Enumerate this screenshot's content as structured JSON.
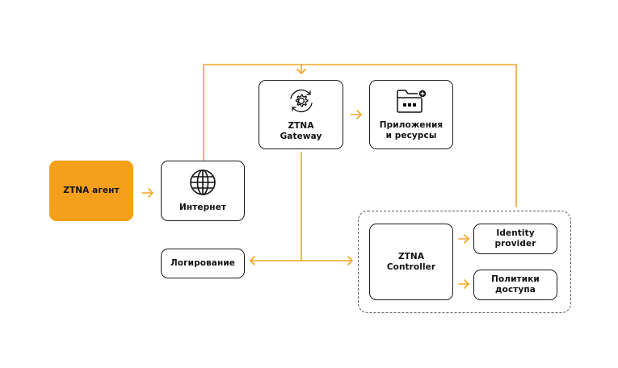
{
  "colors": {
    "accent": "#F5A01A",
    "line": "#F5A623",
    "border": "#1B1B1B",
    "dashed": "#5A5A5A",
    "text": "#111111"
  },
  "nodes": {
    "agent": {
      "label": "ZTNA агент"
    },
    "internet": {
      "label": "Интернет",
      "icon": "globe-icon"
    },
    "gateway": {
      "label_line1": "ZTNA",
      "label_line2": "Gateway",
      "icon": "gear-sync-icon"
    },
    "apps": {
      "label_line1": "Приложения",
      "label_line2": "и ресурсы",
      "icon": "folder-app-icon"
    },
    "logging": {
      "label": "Логирование"
    },
    "controller": {
      "label_line1": "ZTNA",
      "label_line2": "Controller"
    },
    "identity": {
      "label_line1": "Identity",
      "label_line2": "provider"
    },
    "policies": {
      "label_line1": "Политики",
      "label_line2": "доступа"
    }
  },
  "connections": [
    {
      "from": "ZTNA агент",
      "to": "Интернет"
    },
    {
      "from": "Интернет",
      "to": "ZTNA Gateway"
    },
    {
      "from": "ZTNA Controller",
      "to": "ZTNA Gateway"
    },
    {
      "from": "ZTNA Gateway",
      "to": "Приложения и ресурсы"
    },
    {
      "from": "ZTNA Gateway",
      "to": "Логирование"
    },
    {
      "from": "ZTNA Gateway",
      "to": "ZTNA Controller"
    },
    {
      "from": "ZTNA Controller",
      "to": "Identity provider"
    },
    {
      "from": "ZTNA Controller",
      "to": "Политики доступа"
    }
  ]
}
